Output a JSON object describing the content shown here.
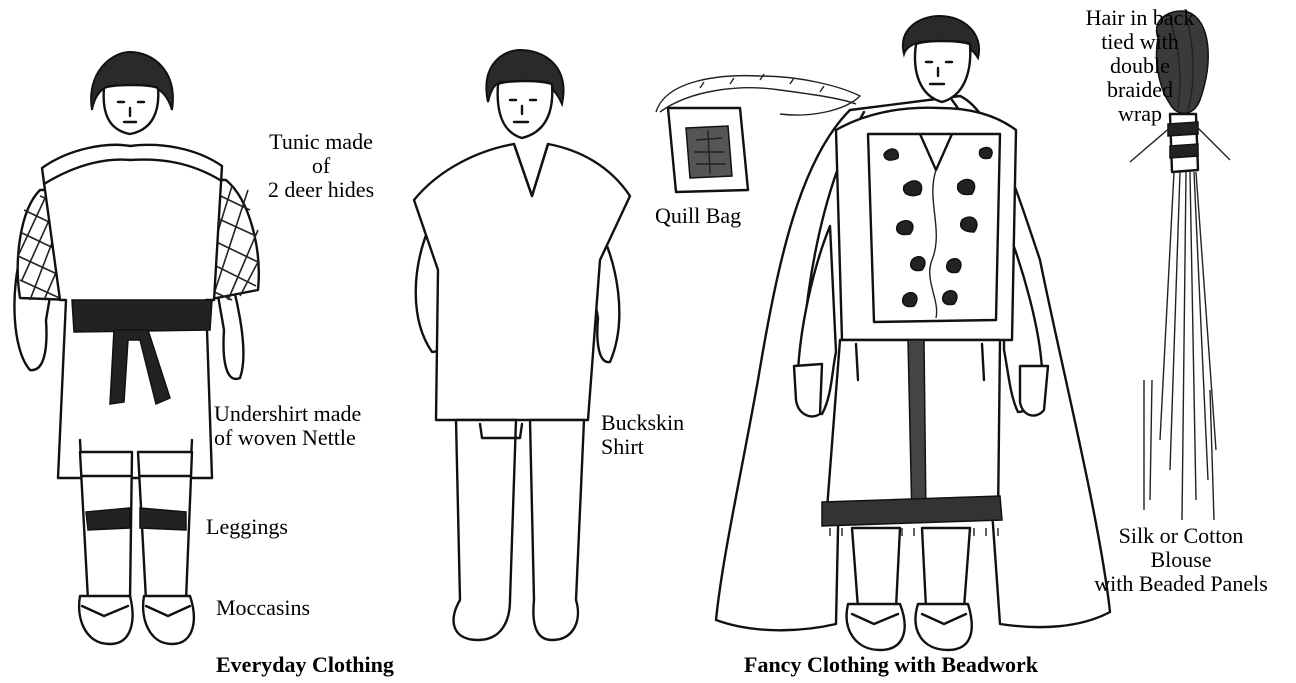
{
  "labels": {
    "tunic_line1": "Tunic made",
    "tunic_line2": "of",
    "tunic_line3": "2 deer hides",
    "undershirt_line1": "Undershirt made",
    "undershirt_line2": "of woven Nettle",
    "leggings": "Leggings",
    "moccasins": "Moccasins",
    "buckskin_line1": "Buckskin",
    "buckskin_line2": "Shirt",
    "quill_bag": "Quill Bag",
    "hair_line1": "Hair in back",
    "hair_line2": "tied with",
    "hair_line3": "double",
    "hair_line4": "braided",
    "hair_line5": "wrap",
    "blouse_line1": "Silk or Cotton",
    "blouse_line2": "Blouse",
    "blouse_line3": "with Beaded Panels"
  },
  "captions": {
    "everyday": "Everyday Clothing",
    "fancy": "Fancy Clothing with Beadwork"
  },
  "colors": {
    "ink": "#111111",
    "background": "#ffffff"
  }
}
